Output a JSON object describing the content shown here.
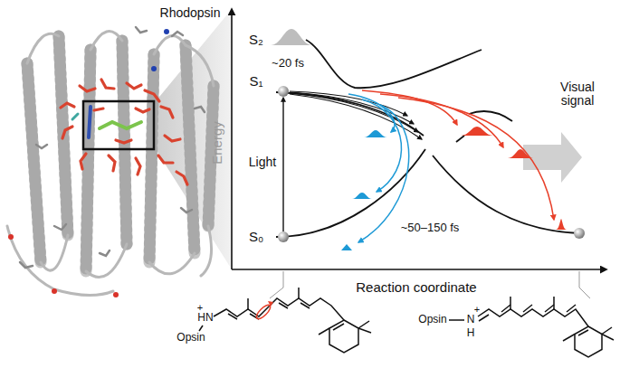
{
  "diagram": {
    "labels": [
      "Rhodopsin",
      "S₂",
      "~20 fs",
      "S₁",
      "Energy",
      "Light",
      "~50–150 fs",
      "S₀",
      "Visual signal",
      "Reaction coordinate",
      "+",
      "HN",
      "Opsin",
      "Opsin",
      "+",
      "N",
      "H"
    ]
  }
}
